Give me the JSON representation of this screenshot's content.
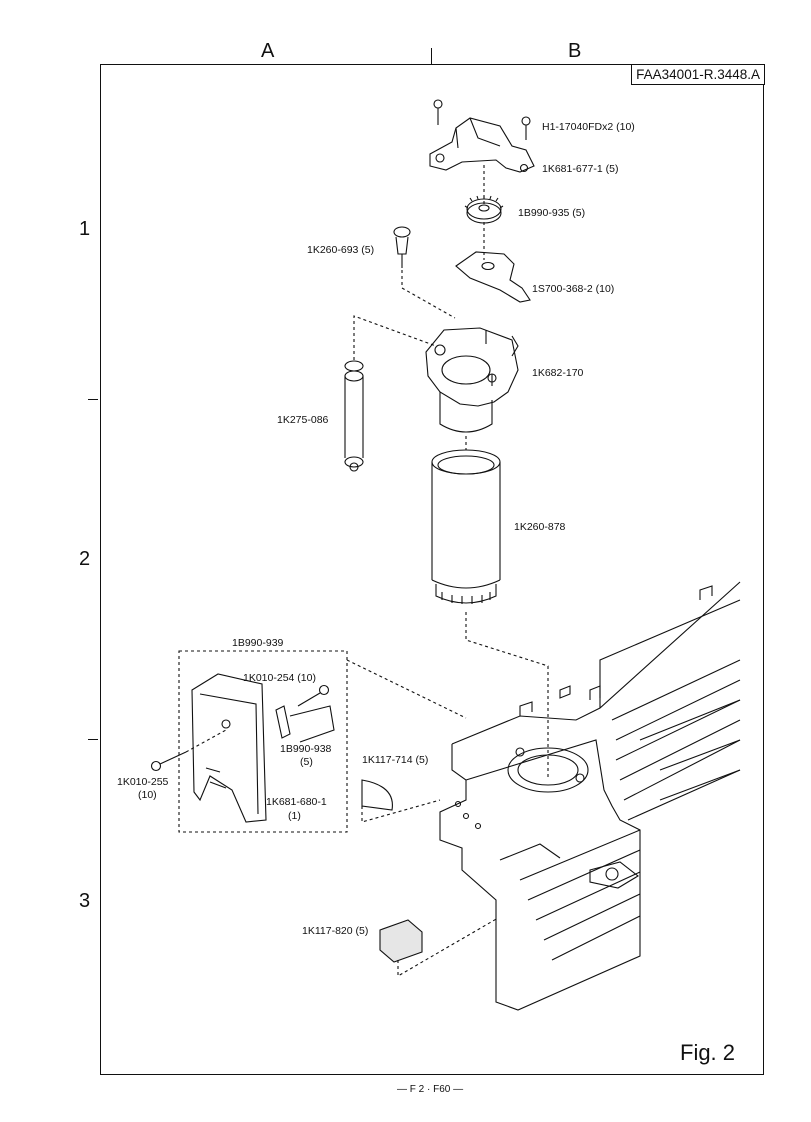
{
  "sheet": {
    "columns": [
      "A",
      "B"
    ],
    "rows": [
      "1",
      "2",
      "3"
    ],
    "doc_id": "FAA34001-R.3448.A",
    "figure": "Fig. 2",
    "footer": "F 2 · F60"
  },
  "parts": {
    "screw_set": "H1-17040FDx2 (10)",
    "top_bracket": "1K681-677-1 (5)",
    "gear_top": "1B990-935 (5)",
    "small_gear": "1K260-693 (5)",
    "plate": "1S700-368-2 (10)",
    "motor_housing": "1K682-170",
    "shaft": "1K275-086",
    "barrel": "1K260-878",
    "kit": "1B990-939",
    "screw_a": "1K010-254 (10)",
    "pin": "1B990-938",
    "pin_qty": "(5)",
    "screw_b": "1K010-255",
    "screw_b_qty": "(10)",
    "cover": "1K681-680-1",
    "cover_qty": "(1)",
    "tape": "1K117-714 (5)",
    "pad": "1K117-820 (5)"
  }
}
